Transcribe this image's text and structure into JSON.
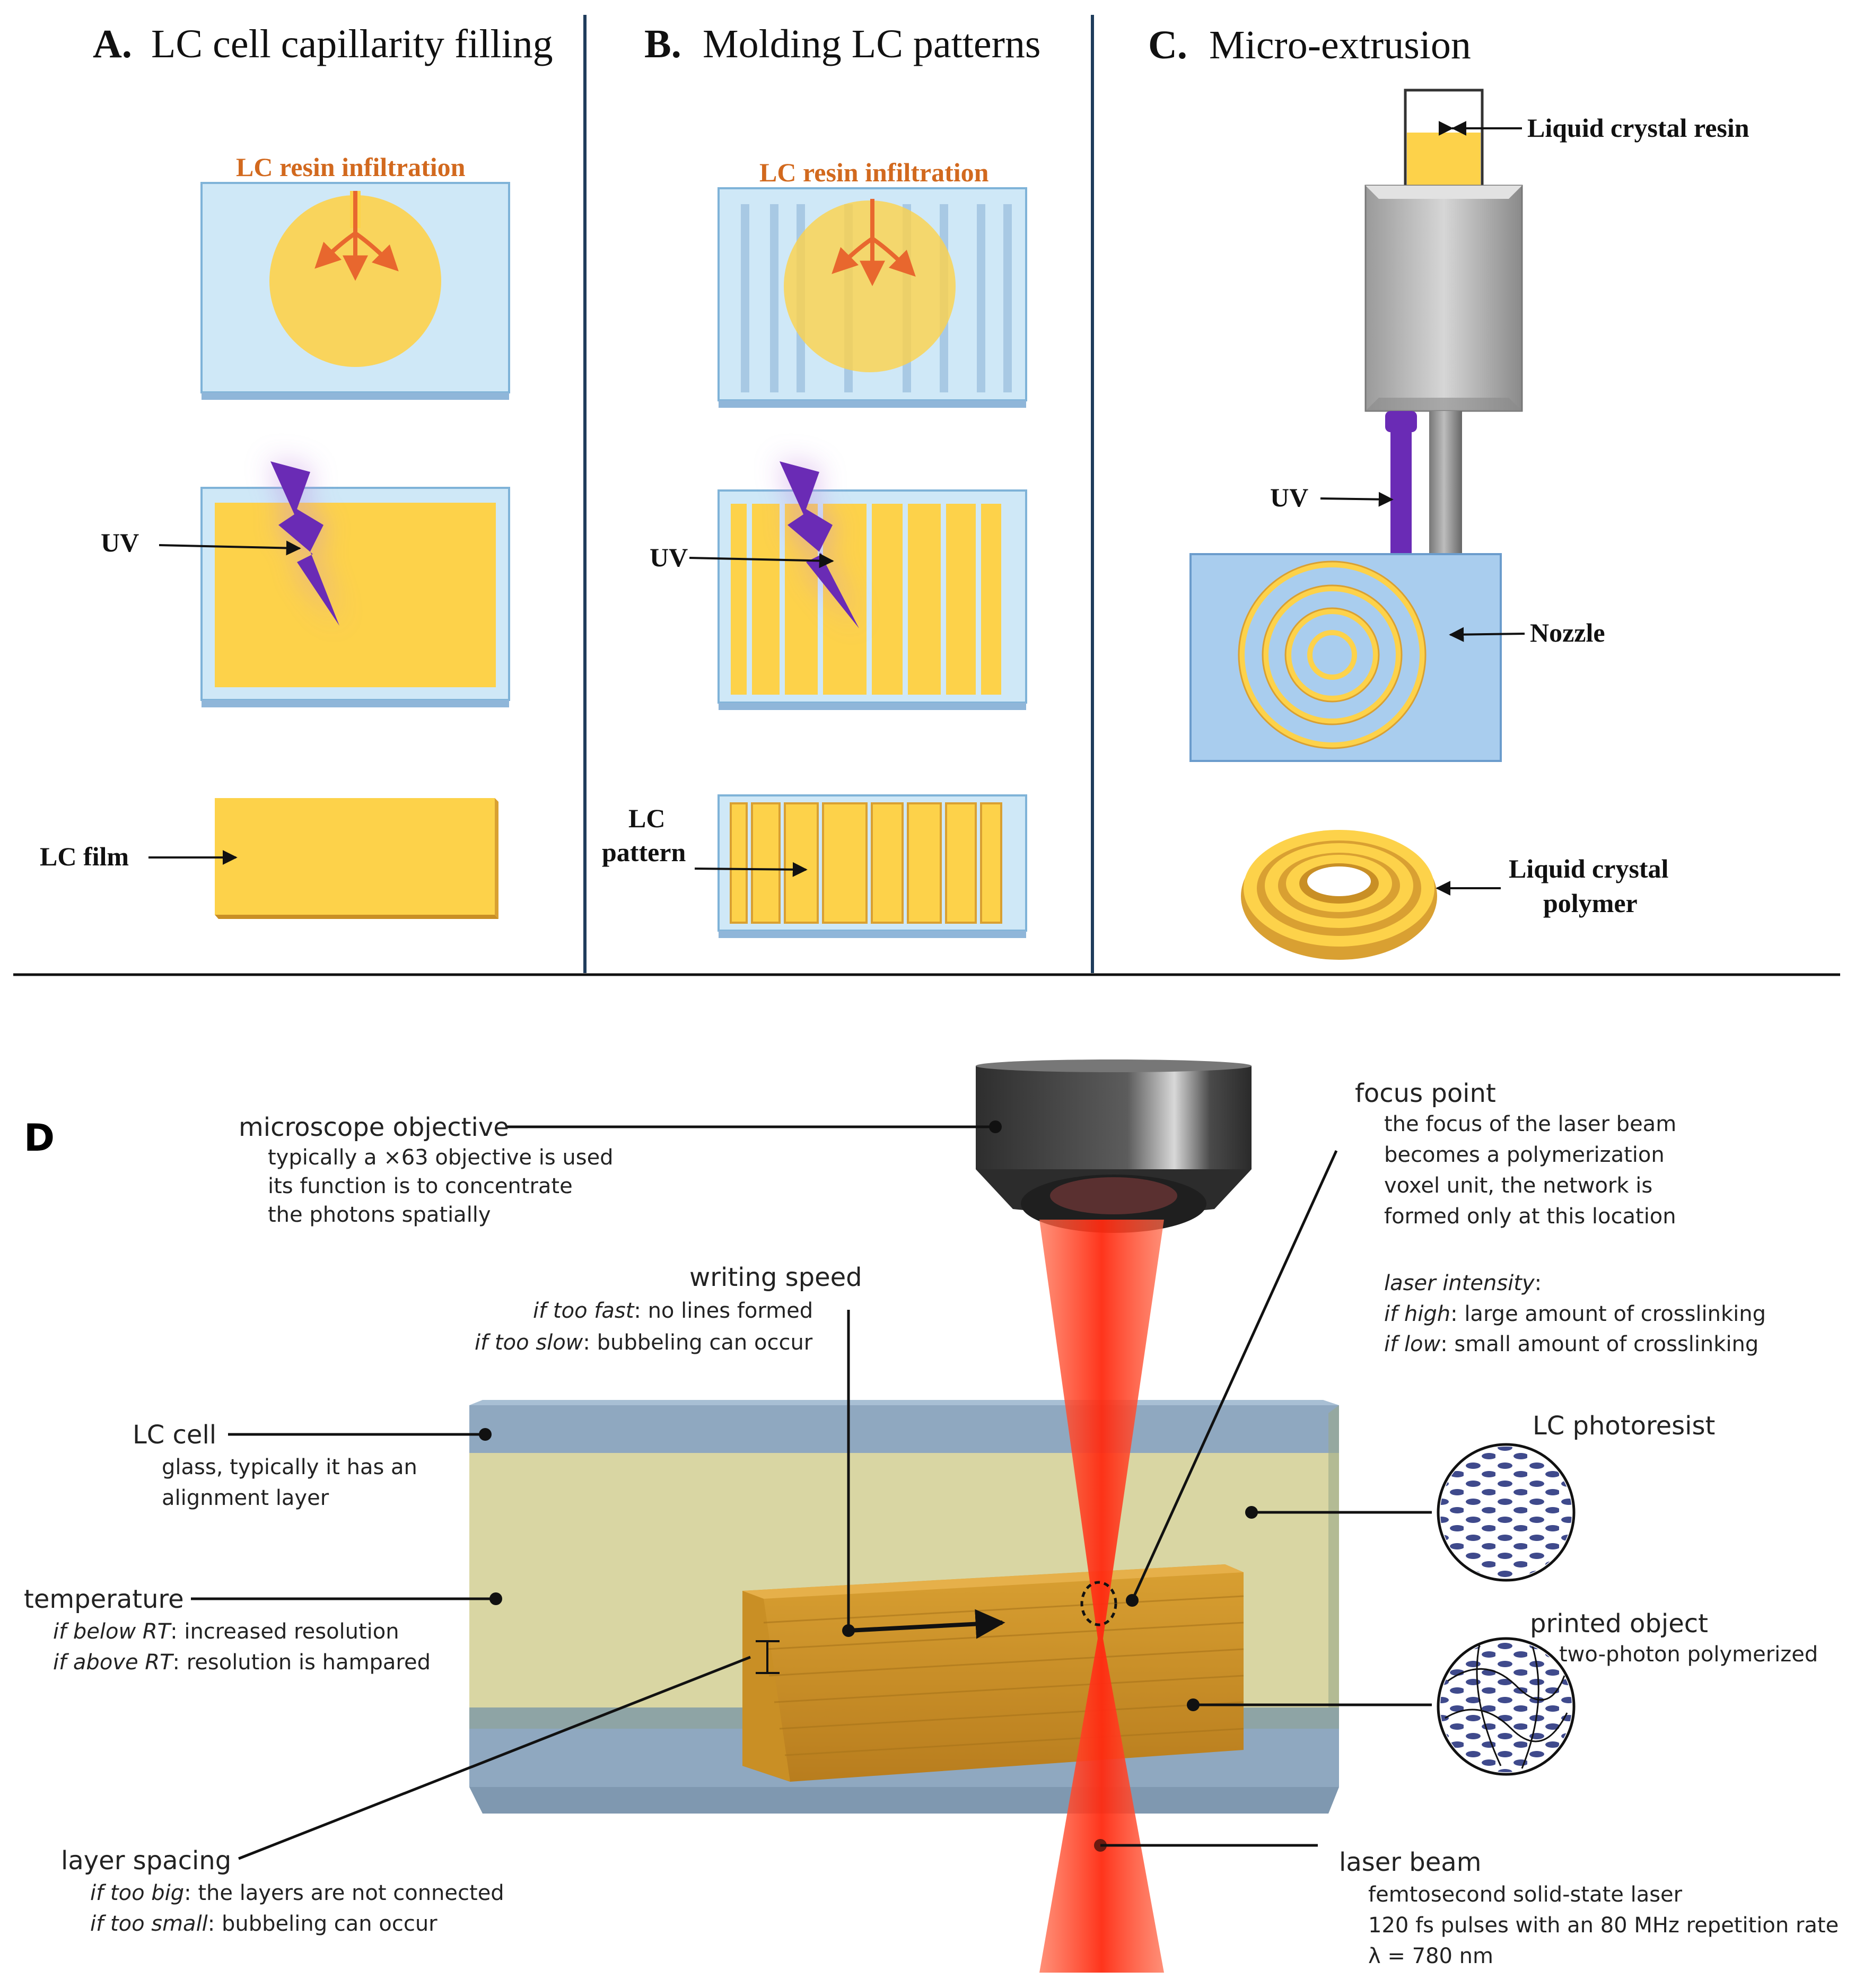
{
  "panels": {
    "a": {
      "letter": "A.",
      "title": "LC cell capillarity filling",
      "infiltration": "LC resin infiltration",
      "uv": "UV",
      "film": "LC film"
    },
    "b": {
      "letter": "B.",
      "title": "Molding LC patterns",
      "infiltration": "LC resin infiltration",
      "uv": "UV",
      "pattern_line1": "LC",
      "pattern_line2": "pattern"
    },
    "c": {
      "letter": "C.",
      "title": "Micro-extrusion",
      "resin": "Liquid crystal resin",
      "uv": "UV",
      "nozzle": "Nozzle",
      "polymer_line1": "Liquid crystal",
      "polymer_line2": "polymer"
    }
  },
  "panel_d": {
    "letter": "D",
    "objective": {
      "title": "microscope objective",
      "line1": "typically a ×63 objective is used",
      "line2": "its function is to concentrate",
      "line3": "the photons spatially"
    },
    "focus": {
      "title": "focus point",
      "line1": "the focus of the laser beam",
      "line2": "becomes a polymerization",
      "line3": "voxel unit, the network is",
      "line4": "formed only at this location"
    },
    "intensity": {
      "title": "laser intensity",
      "title_colon": ":",
      "high_key": "if high",
      "high_val": ": large amount of crosslinking",
      "low_key": "if low",
      "low_val": ": small amount of crosslinking"
    },
    "speed": {
      "title": "writing speed",
      "fast_key": "if too fast",
      "fast_val": ": no lines formed",
      "slow_key": "if too slow",
      "slow_val": ": bubbeling can occur"
    },
    "cell": {
      "title": "LC cell",
      "line1": "glass, typically it has an",
      "line2": "alignment layer"
    },
    "temperature": {
      "title": "temperature",
      "below_key": "if below RT",
      "below_val": ": increased resolution",
      "above_key": "if above RT",
      "above_val": ": resolution is hampared"
    },
    "photoresist": {
      "title": "LC photoresist"
    },
    "printed": {
      "title": "printed object",
      "line1": "two-photon polymerized"
    },
    "layer": {
      "title": "layer spacing",
      "big_key": "if too big",
      "big_val": ": the layers are not connected",
      "small_key": "if too small",
      "small_val": ": bubbeling can occur"
    },
    "laser": {
      "title": "laser beam",
      "line1": "femtosecond solid-state laser",
      "line2": "120 fs pulses with an 80 MHz repetition rate",
      "line3": "λ = 780 nm"
    }
  },
  "colors": {
    "lc_yellow": "#fdd24a",
    "glass_blue": "#cfe8f7",
    "uv_purple": "#6a2bb5",
    "orange_label": "#d2691e",
    "laser_red": "#ff3b1f",
    "divider": "#1f3c5c"
  }
}
